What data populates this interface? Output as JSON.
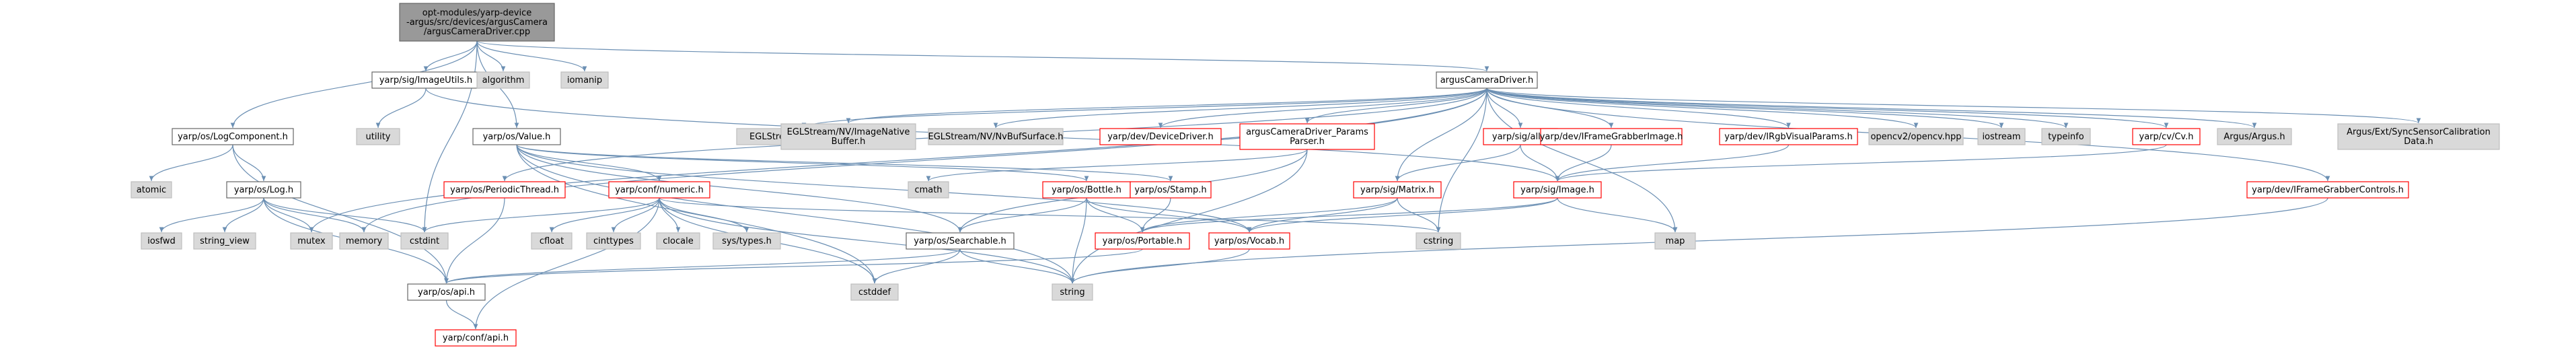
{
  "diagram": {
    "colors": {
      "edge": "#6b8fb3",
      "root_fill": "#999999",
      "system_fill": "#d9d9d9",
      "documented_border": "#666666",
      "undocumented_border": "#ff0000"
    },
    "nodes": [
      {
        "id": "root",
        "kind": "root",
        "lines": [
          "opt-modules/yarp-device",
          "-argus/src/devices/argusCamera",
          "/argusCameraDriver.cpp"
        ]
      },
      {
        "id": "logcomponent",
        "kind": "white",
        "lines": [
          "yarp/os/LogComponent.h"
        ]
      },
      {
        "id": "imageutils",
        "kind": "white",
        "lines": [
          "yarp/sig/ImageUtils.h"
        ]
      },
      {
        "id": "algorithm",
        "kind": "gray",
        "lines": [
          "algorithm"
        ]
      },
      {
        "id": "iomanip",
        "kind": "gray",
        "lines": [
          "iomanip"
        ]
      },
      {
        "id": "driverh",
        "kind": "white",
        "lines": [
          "argusCameraDriver.h"
        ]
      },
      {
        "id": "atomic",
        "kind": "gray",
        "lines": [
          "atomic"
        ]
      },
      {
        "id": "log",
        "kind": "white",
        "lines": [
          "yarp/os/Log.h"
        ]
      },
      {
        "id": "utility",
        "kind": "gray",
        "lines": [
          "utility"
        ]
      },
      {
        "id": "value",
        "kind": "white",
        "lines": [
          "yarp/os/Value.h"
        ]
      },
      {
        "id": "eglstream",
        "kind": "gray",
        "lines": [
          "EGLStream/EGLStream.h"
        ]
      },
      {
        "id": "eglimagenative",
        "kind": "gray",
        "lines": [
          "EGLStream/NV/ImageNative",
          "Buffer.h"
        ]
      },
      {
        "id": "eglnvbuf",
        "kind": "gray",
        "lines": [
          "EGLStream/NV/NvBufSurface.h"
        ]
      },
      {
        "id": "devicedriver",
        "kind": "red",
        "lines": [
          "yarp/dev/DeviceDriver.h"
        ]
      },
      {
        "id": "paramsparser",
        "kind": "red",
        "lines": [
          "argusCameraDriver_Params",
          "Parser.h"
        ]
      },
      {
        "id": "sigall",
        "kind": "red",
        "lines": [
          "yarp/sig/all.h"
        ]
      },
      {
        "id": "iframegrabberimage",
        "kind": "red",
        "lines": [
          "yarp/dev/IFrameGrabberImage.h"
        ]
      },
      {
        "id": "irgbvisual",
        "kind": "red",
        "lines": [
          "yarp/dev/IRgbVisualParams.h"
        ]
      },
      {
        "id": "opencv",
        "kind": "gray",
        "lines": [
          "opencv2/opencv.hpp"
        ]
      },
      {
        "id": "iostream",
        "kind": "gray",
        "lines": [
          "iostream"
        ]
      },
      {
        "id": "typeinfo",
        "kind": "gray",
        "lines": [
          "typeinfo"
        ]
      },
      {
        "id": "cvh",
        "kind": "red",
        "lines": [
          "yarp/cv/Cv.h"
        ]
      },
      {
        "id": "argus",
        "kind": "gray",
        "lines": [
          "Argus/Argus.h"
        ]
      },
      {
        "id": "argusext",
        "kind": "gray",
        "lines": [
          "Argus/Ext/SyncSensorCalibration",
          "Data.h"
        ]
      },
      {
        "id": "periodicthread",
        "kind": "red",
        "lines": [
          "yarp/os/PeriodicThread.h"
        ]
      },
      {
        "id": "numeric",
        "kind": "red",
        "lines": [
          "yarp/conf/numeric.h"
        ]
      },
      {
        "id": "cmath",
        "kind": "gray",
        "lines": [
          "cmath"
        ]
      },
      {
        "id": "bottle",
        "kind": "red",
        "lines": [
          "yarp/os/Bottle.h"
        ]
      },
      {
        "id": "stamp",
        "kind": "red",
        "lines": [
          "yarp/os/Stamp.h"
        ]
      },
      {
        "id": "matrix",
        "kind": "red",
        "lines": [
          "yarp/sig/Matrix.h"
        ]
      },
      {
        "id": "image",
        "kind": "red",
        "lines": [
          "yarp/sig/Image.h"
        ]
      },
      {
        "id": "iframegrabbercontrols",
        "kind": "red",
        "lines": [
          "yarp/dev/IFrameGrabberControls.h"
        ]
      },
      {
        "id": "iosfwd",
        "kind": "gray",
        "lines": [
          "iosfwd"
        ]
      },
      {
        "id": "string_view",
        "kind": "gray",
        "lines": [
          "string_view"
        ]
      },
      {
        "id": "mutex",
        "kind": "gray",
        "lines": [
          "mutex"
        ]
      },
      {
        "id": "memory",
        "kind": "gray",
        "lines": [
          "memory"
        ]
      },
      {
        "id": "cstdint",
        "kind": "gray",
        "lines": [
          "cstdint"
        ]
      },
      {
        "id": "cfloat",
        "kind": "gray",
        "lines": [
          "cfloat"
        ]
      },
      {
        "id": "cinttypes",
        "kind": "gray",
        "lines": [
          "cinttypes"
        ]
      },
      {
        "id": "clocale",
        "kind": "gray",
        "lines": [
          "clocale"
        ]
      },
      {
        "id": "systypes",
        "kind": "gray",
        "lines": [
          "sys/types.h"
        ]
      },
      {
        "id": "searchable",
        "kind": "white",
        "lines": [
          "yarp/os/Searchable.h"
        ]
      },
      {
        "id": "portable",
        "kind": "red",
        "lines": [
          "yarp/os/Portable.h"
        ]
      },
      {
        "id": "vocab",
        "kind": "red",
        "lines": [
          "yarp/os/Vocab.h"
        ]
      },
      {
        "id": "cstring",
        "kind": "gray",
        "lines": [
          "cstring"
        ]
      },
      {
        "id": "map",
        "kind": "gray",
        "lines": [
          "map"
        ]
      },
      {
        "id": "cstddef",
        "kind": "gray",
        "lines": [
          "cstddef"
        ]
      },
      {
        "id": "string",
        "kind": "gray",
        "lines": [
          "string"
        ]
      },
      {
        "id": "api",
        "kind": "white",
        "lines": [
          "yarp/os/api.h"
        ]
      },
      {
        "id": "confapi",
        "kind": "red",
        "lines": [
          "yarp/conf/api.h"
        ]
      }
    ],
    "edges": [
      [
        "root",
        "logcomponent"
      ],
      [
        "root",
        "imageutils"
      ],
      [
        "root",
        "algorithm"
      ],
      [
        "root",
        "iomanip"
      ],
      [
        "root",
        "driverh"
      ],
      [
        "root",
        "cstdint"
      ],
      [
        "root",
        "value"
      ],
      [
        "logcomponent",
        "atomic"
      ],
      [
        "logcomponent",
        "log"
      ],
      [
        "logcomponent",
        "api"
      ],
      [
        "imageutils",
        "utility"
      ],
      [
        "imageutils",
        "image"
      ],
      [
        "log",
        "iosfwd"
      ],
      [
        "log",
        "string_view"
      ],
      [
        "log",
        "mutex"
      ],
      [
        "log",
        "memory"
      ],
      [
        "log",
        "cstdint"
      ],
      [
        "log",
        "api"
      ],
      [
        "driverh",
        "eglstream"
      ],
      [
        "driverh",
        "eglimagenative"
      ],
      [
        "driverh",
        "eglnvbuf"
      ],
      [
        "driverh",
        "devicedriver"
      ],
      [
        "driverh",
        "paramsparser"
      ],
      [
        "driverh",
        "sigall"
      ],
      [
        "driverh",
        "iframegrabberimage"
      ],
      [
        "driverh",
        "irgbvisual"
      ],
      [
        "driverh",
        "opencv"
      ],
      [
        "driverh",
        "iostream"
      ],
      [
        "driverh",
        "typeinfo"
      ],
      [
        "driverh",
        "cvh"
      ],
      [
        "driverh",
        "argus"
      ],
      [
        "driverh",
        "argusext"
      ],
      [
        "driverh",
        "periodicthread"
      ],
      [
        "driverh",
        "iframegrabbercontrols"
      ],
      [
        "driverh",
        "mutex"
      ],
      [
        "driverh",
        "memory"
      ],
      [
        "driverh",
        "map"
      ],
      [
        "driverh",
        "cstring"
      ],
      [
        "driverh",
        "matrix"
      ],
      [
        "value",
        "numeric"
      ],
      [
        "value",
        "bottle"
      ],
      [
        "value",
        "stamp"
      ],
      [
        "value",
        "searchable"
      ],
      [
        "value",
        "vocab"
      ],
      [
        "value",
        "string"
      ],
      [
        "value",
        "cstddef"
      ],
      [
        "paramsparser",
        "cmath"
      ],
      [
        "paramsparser",
        "searchable"
      ],
      [
        "paramsparser",
        "string"
      ],
      [
        "sigall",
        "matrix"
      ],
      [
        "sigall",
        "image"
      ],
      [
        "iframegrabberimage",
        "image"
      ],
      [
        "irgbvisual",
        "image"
      ],
      [
        "cvh",
        "image"
      ],
      [
        "periodicthread",
        "api"
      ],
      [
        "numeric",
        "cstdint"
      ],
      [
        "numeric",
        "cfloat"
      ],
      [
        "numeric",
        "cinttypes"
      ],
      [
        "numeric",
        "clocale"
      ],
      [
        "numeric",
        "systypes"
      ],
      [
        "numeric",
        "cstring"
      ],
      [
        "numeric",
        "confapi"
      ],
      [
        "numeric",
        "string"
      ],
      [
        "numeric",
        "cstddef"
      ],
      [
        "bottle",
        "searchable"
      ],
      [
        "bottle",
        "portable"
      ],
      [
        "bottle",
        "vocab"
      ],
      [
        "bottle",
        "string"
      ],
      [
        "stamp",
        "portable"
      ],
      [
        "matrix",
        "cstring"
      ],
      [
        "matrix",
        "portable"
      ],
      [
        "matrix",
        "vocab"
      ],
      [
        "image",
        "portable"
      ],
      [
        "image",
        "vocab"
      ],
      [
        "image",
        "map"
      ],
      [
        "iframegrabbercontrols",
        "string"
      ],
      [
        "searchable",
        "api"
      ],
      [
        "searchable",
        "string"
      ],
      [
        "searchable",
        "cstddef"
      ],
      [
        "portable",
        "api"
      ],
      [
        "vocab",
        "string"
      ],
      [
        "api",
        "confapi"
      ]
    ]
  }
}
